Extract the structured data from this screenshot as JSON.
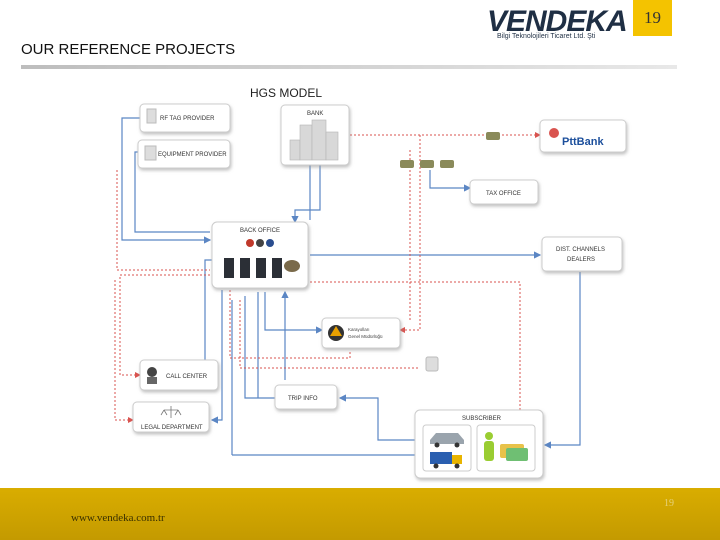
{
  "header": {
    "logo_text": "VENDEKA",
    "logo_subtitle": "Bilgi Teknolojileri Ticaret Ltd. Şti",
    "page_number": "19",
    "section_title": "OUR REFERENCE PROJECTS"
  },
  "diagram": {
    "title": "HGS MODEL",
    "nodes": {
      "rf_tag": "RF TAG PROVIDER",
      "equipment": "EQUIPMENT PROVIDER",
      "bank": "BANK",
      "ptt": "PttBank",
      "tax": "TAX OFFICE",
      "back_office": "BACK OFFICE",
      "dealers_1": "DIST. CHANNELS",
      "dealers_2": "DEALERS",
      "kgm_1": "Karayolları",
      "kgm_2": "Genel Müdürlüğü",
      "call_center": "CALL CENTER",
      "legal": "LEGAL DEPARTMENT",
      "trip": "TRIP INFO",
      "subscriber": "SUBSCRIBER"
    },
    "colors": {
      "blue_link": "#5b86c4",
      "red_link": "#d9534f"
    }
  },
  "footer": {
    "url": "www.vendeka.com.tr",
    "page_number": "19",
    "color": "#d4a800"
  }
}
